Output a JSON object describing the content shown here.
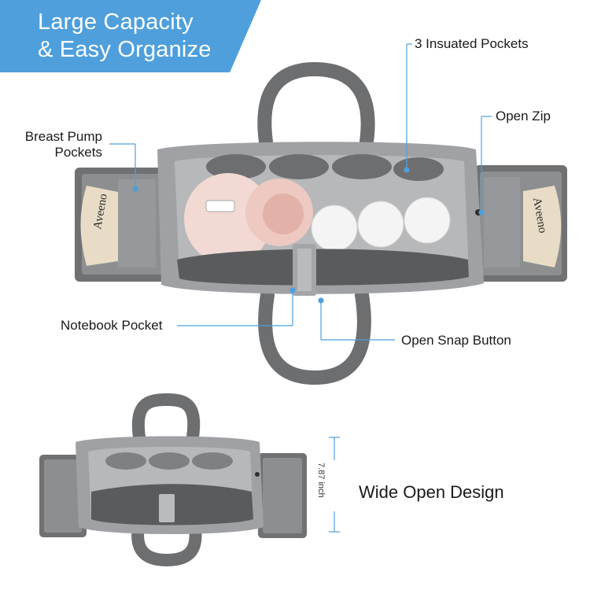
{
  "banner": {
    "line1": "Large Capacity",
    "line2": "& Easy Organize",
    "color": "#4e9fdc"
  },
  "callouts": {
    "insulated_pockets": "3 Insuated Pockets",
    "open_zip": "Open Zip",
    "breast_pump_line1": "Breast Pump",
    "breast_pump_line2": "Pockets",
    "notebook_pocket": "Notebook Pocket",
    "open_snap_button": "Open Snap Button"
  },
  "measurement": {
    "label": "7.87 inch"
  },
  "design": {
    "label": "Wide Open Design"
  },
  "product_text": {
    "brand_left": "Aveeno",
    "brand_right": "Aveeno"
  },
  "colors": {
    "bag_gray": "#6d6e70",
    "bag_light": "#9fa1a4",
    "interior": "#b7b8ba",
    "callout_line": "#4e9fdc"
  }
}
